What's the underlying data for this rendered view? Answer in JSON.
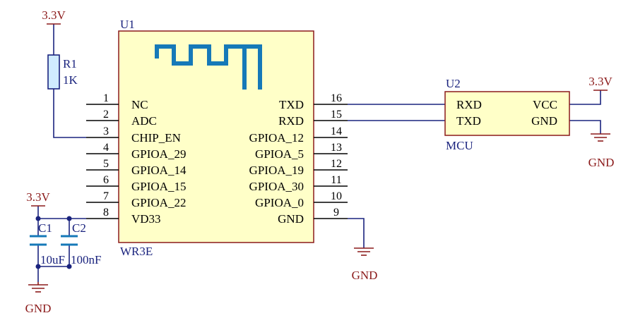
{
  "u1": {
    "designator": "U1",
    "part": "WR3E",
    "left_pins": [
      {
        "num": "1",
        "name": "NC"
      },
      {
        "num": "2",
        "name": "ADC"
      },
      {
        "num": "3",
        "name": "CHIP_EN"
      },
      {
        "num": "4",
        "name": "GPIOA_29"
      },
      {
        "num": "5",
        "name": "GPIOA_14"
      },
      {
        "num": "6",
        "name": "GPIOA_15"
      },
      {
        "num": "7",
        "name": "GPIOA_22"
      },
      {
        "num": "8",
        "name": "VD33"
      }
    ],
    "right_pins": [
      {
        "num": "16",
        "name": "TXD"
      },
      {
        "num": "15",
        "name": "RXD"
      },
      {
        "num": "14",
        "name": "GPIOA_12"
      },
      {
        "num": "13",
        "name": "GPIOA_5"
      },
      {
        "num": "12",
        "name": "GPIOA_19"
      },
      {
        "num": "11",
        "name": "GPIOA_30"
      },
      {
        "num": "10",
        "name": "GPIOA_0"
      },
      {
        "num": "9",
        "name": "GND"
      }
    ]
  },
  "u2": {
    "designator": "U2",
    "part": "MCU",
    "left_pins": [
      "RXD",
      "TXD"
    ],
    "right_pins": [
      "VCC",
      "GND"
    ]
  },
  "r1": {
    "designator": "R1",
    "value": "1K"
  },
  "c1": {
    "designator": "C1",
    "value": "10uF"
  },
  "c2": {
    "designator": "C2",
    "value": "100nF"
  },
  "power": {
    "r1_top": "3.3V",
    "cap_top": "3.3V",
    "u2_vcc": "3.3V",
    "u1_gnd": "GND",
    "cap_gnd": "GND",
    "u2_gnd": "GND"
  },
  "colors": {
    "wire": "#1a237e",
    "power": "#8b1a1a",
    "body_fill": "#ffffc8",
    "body_stroke": "#8b1a1a",
    "antenna": "#1679b8",
    "resistor_fill": "#d0ecff"
  }
}
